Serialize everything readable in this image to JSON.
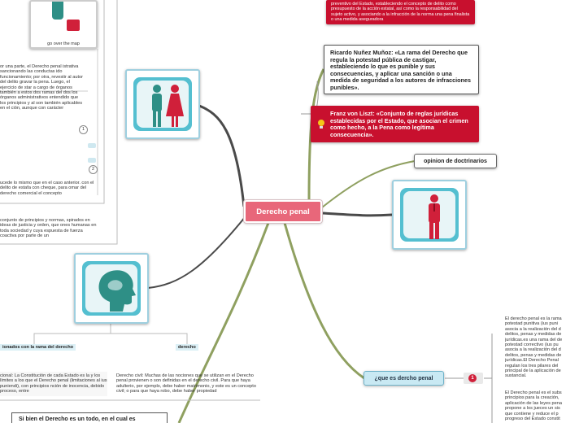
{
  "center": {
    "label": "Derecho penal"
  },
  "top_left_card": {
    "caption": "go over the map"
  },
  "left_texts": {
    "admin_note": "or una parte, el Derecho penal istrativa sancionando las conductas ido funcionamiento; por otra, revestir al autor del delito gravar la pena. Luego, el ejercicio de star a cargo de órganos también a estos dos ramas del dos los órganos administrativos entendido que los principios y al son también aplicables en el ción, aunque con carácter",
    "badge1": "1",
    "badge2": "2",
    "comercial_note": "ucede lo mismo que en el caso anterior. con el delito de estafa con cheque, para omar del derecho comercial el concepto",
    "conjunto_note": "conjunto de principios y normas, spirados en ideas de justicia y orden, que ones humanas en toda sociedad y cuya espuesta de fuerza coactiva por parte de un"
  },
  "bottom_left": {
    "relacionados_label": "ionados con la rama del derecho",
    "derecho_label": "derecho",
    "constitucional_note": "cional: La Constitución de cada Estado es la y los límites a los que el Derecho penal (limitaciones al ius puniendi), con principios nción de inocencia, debido proceso, entre",
    "civil_note": "Derecho civil: Muchas de las nociones que se utilizan en el Derecho penal provienen o son definidas en el derecho civil. Para que haya adulterio, por ejemplo, debe haber matrimonio, y este es un concepto civil; o para que haya robo, debe haber propiedad",
    "todo_box": "Si bien el Derecho es un todo, en el cual es"
  },
  "right_top": {
    "red_snippet": "preventivo del Estado, estableciendo el concepto de delito como presupuesto de la acción estatal, así como la responsabilidad del sujeto activo, y asociando a la infracción de la norma una pena finalista o una medida aseguradora",
    "nunez": "Ricardo Nuñez Muñoz: «La rama del Derecho que regula la potestad pública de castigar, estableciendo lo que es punible y sus consecuencias, y aplicar una sanción o una medida de seguridad a los autores de infracciones punibles».",
    "liszt": "Franz von Liszt: «Conjunto de reglas jurídicas establecidas por el Estado, que asocian el crimen como hecho, a la Pena como legítima consecuencia».",
    "opinion": "opinion de doctrinarios"
  },
  "right_bottom": {
    "que_es": "¿que es dercho penal",
    "badge": "1",
    "def1": "El derecho penal es la rama potestad punitiva (ius puni asocia a la realización del d delitos, penas y medidas de jurídicas.es una rama del de potestad correctivo (ius pu asocia a la realización del d delitos, penas y medidas de jurídicas.El Derecho Penal regulan los tres pilares del principal de la aplicación de sustancial.",
    "def2": "El Derecho penal es el subs principios para la creación, aplicación de las leyes pena propone a los jueces un sis que contiene y reduce el p progreso del Estado constit"
  },
  "colors": {
    "branch_dark": "#4a4a4a",
    "branch_olive": "#8fa060",
    "center_fill": "#e8677a",
    "red_card": "#c8102e",
    "figure_teal": "#2e8f86",
    "figure_red": "#d0203a",
    "frame_teal": "#54bfd0"
  },
  "icons": [
    "male-figure-icon",
    "female-figure-icon",
    "head-profile-icon",
    "lightbulb-icon",
    "businessman-icon"
  ]
}
